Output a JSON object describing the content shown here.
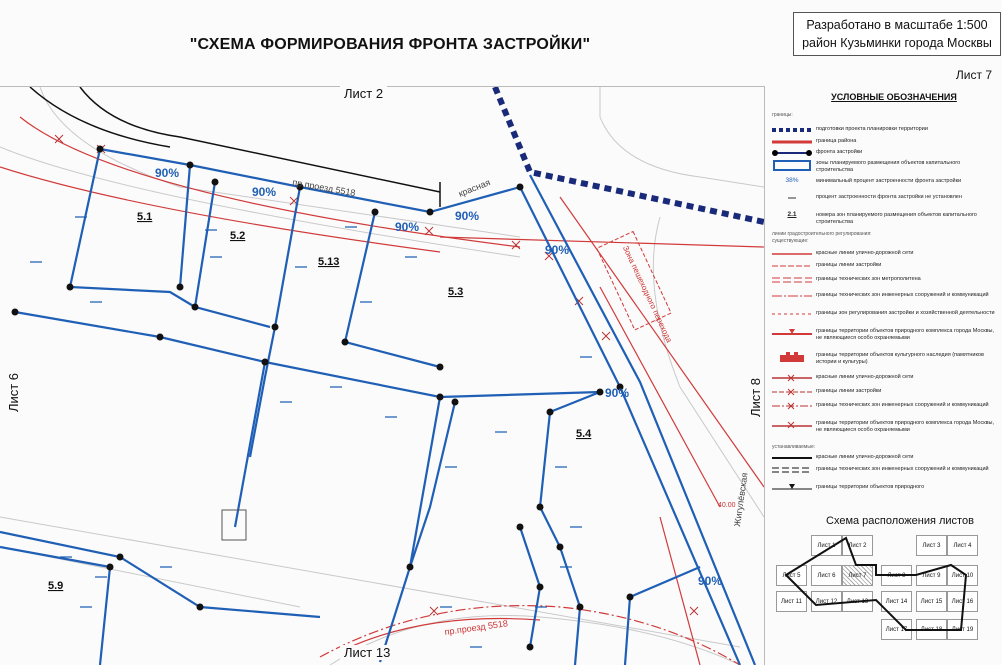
{
  "title": "\"СХЕМА ФОРМИРОВАНИЯ ФРОНТА ЗАСТРОЙКИ\"",
  "scale_line1": "Разработано в масштабе 1:500",
  "scale_line2": "район Кузьминки города Москвы",
  "sheet": "Лист 7",
  "neighbors": {
    "top": "Лист 2",
    "bottom": "Лист 13",
    "left": "Лист 6",
    "right": "Лист 8"
  },
  "zones": [
    "5.1",
    "5.2",
    "5.13",
    "5.3",
    "5.4",
    "5.9"
  ],
  "percent": "90%",
  "street1": "пр.проезд 5518",
  "street2": "Жигулёвская",
  "street3": "пр.проезд 5518",
  "red_label": "красная",
  "zone_tech": "Зона пешеходного перехода",
  "road_width": "40.00",
  "legend": {
    "title": "УСЛОВНЫЕ ОБОЗНАЧЕНИЯ",
    "sec1": "границы:",
    "r1": "подготовки проекта планировки территории",
    "r2": "граница района",
    "r3": "фронта застройки",
    "r4": "зоны планируемого размещения объектов капитального строительства",
    "r5_sym": "38%",
    "r5": "минимальный процент застроенности фронта застройки",
    "r6": "процент застроенности фронта застройки не установлен",
    "r7_sym": "2.1",
    "r7": "номера зон планируемого размещения объектов капитального строительства",
    "sec2": "линии градостроительного регулирования:",
    "sec3": "существующие:",
    "r8": "красные линии улично-дорожной сети",
    "r9": "границы линии застройки",
    "r10": "границы технических зон метрополитена",
    "r11": "границы технических зон инженерных сооружений и коммуникаций",
    "r12": "границы зон регулирования застройки и хозяйственной деятельности",
    "r13": "границы территории объектов природного комплекса города Москвы, не являющиеся особо охраняемыми",
    "r14": "границы территории объектов культурного наследия (памятников истории и культуры)",
    "r15": "красные линии улично-дорожной сети",
    "r16": "границы линии застройки",
    "r17": "границы технических зон инженерных сооружений и коммуникаций",
    "r18": "границы территории объектов природного комплекса города Москвы, не являющиеся особо охраняемыми",
    "sec4": "устанавливаемые:",
    "r19": "красные линии улично-дорожной сети",
    "r20": "границы технических зон инженерных сооружений и коммуникаций",
    "r21": "границы территории объектов природного"
  },
  "layout": {
    "title": "Схема расположения листов",
    "cells": [
      "Лист 1",
      "Лист 2",
      "Лист 3",
      "Лист 4",
      "Лист 5",
      "Лист 6",
      "Лист 7",
      "Лист 8",
      "Лист 9",
      "Лист 10",
      "Лист 11",
      "Лист 12",
      "Лист 13",
      "Лист 14",
      "Лист 15",
      "Лист 16",
      "Лист 17",
      "Лист 18",
      "Лист 19"
    ]
  },
  "colors": {
    "front": "#1f5fb5",
    "red": "#d23a3a",
    "navy": "#1a2a7a"
  }
}
